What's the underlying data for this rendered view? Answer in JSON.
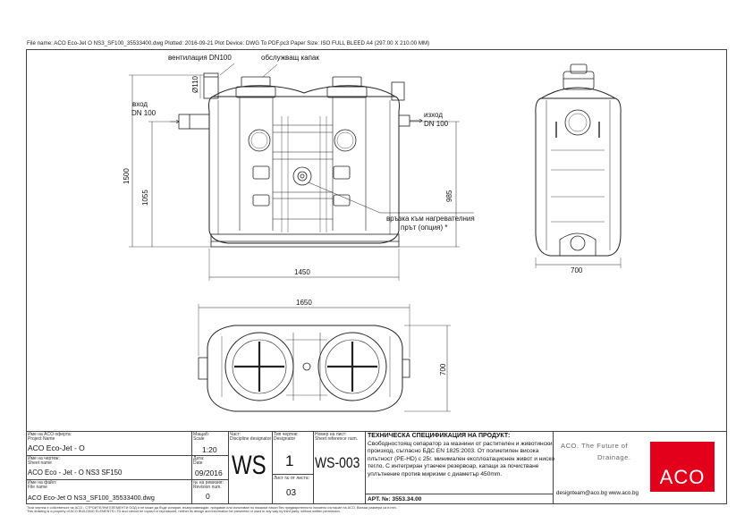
{
  "header": {
    "file_line": "File name: ACO Eco-Jet O NS3_SF100_35533400.dwg   Plotted: 2016-09-21   Plot Device: DWG To PDF.pc3   Paper Size: ISO FULL BLEED A4 (297.00 X 210.00 MM)"
  },
  "labels": {
    "ventilation": "вентилация DN100",
    "service_cover": "обслужващ капак",
    "inlet": "вход",
    "inlet_dn": "DN 100",
    "outlet": "изход",
    "outlet_dn": "DN 100",
    "heater_1": "връзка към нагревателния",
    "heater_2": "прът (опция) *"
  },
  "dimensions": {
    "d110": "Ø110",
    "h1500": "1500",
    "h1055": "1055",
    "h985": "985",
    "w1450": "1450",
    "w700_side": "700",
    "w1650": "1650",
    "w700_plan": "700"
  },
  "title_block": {
    "project_label": "Име на ACO оферта:",
    "project_label_en": "Project Name",
    "project_value": "ACO Eco-Jet - O",
    "sheet_label": "Име на чертеж:",
    "sheet_label_en": "Sheet name",
    "sheet_value": "ACO Eco - Jet - O  NS3 SF150",
    "file_label": "Име на файл:",
    "file_label_en": "File name",
    "file_value": "ACO Eco-Jet O NS3_SF100_35533400.dwg",
    "scale_label": "Мащаб:",
    "scale_label_en": "Scale",
    "scale_value": "1:20",
    "date_label": "Дата:",
    "date_label_en": "Date",
    "date_value": "09/2016",
    "revision_label": "№ на ревизия:",
    "revision_label_en": "Revision num.",
    "revision_value": "0",
    "discipline_label": "Част:",
    "discipline_label_en": "Discipline designator",
    "discipline_value": "WS",
    "type_label": "Тип чертеж:",
    "type_label_en": "Designator",
    "type_value": "1",
    "sheet_no_label": "Номер на лист:",
    "sheet_no_label_en": "Sheet reference num.",
    "sheet_no_value": "WS-003",
    "sheets_label": "Лист № от листа:",
    "sheets_value": "03",
    "spec_title": "ТЕХНИЧЕСКА СПЕЦИФИКАЦИЯ НА ПРОДУКТ:",
    "spec_body": "Свободностоящ сепаратор за мазнини от растителен и животински произход, съгласно БДС EN 1825:2003. От полиетилен висока плътност (PE-HD) с 25г. минимален експлоатационен живот и ниско тегло. С интегриран утаечен резервоар, капаци за почистване уплътнение против миризми с диаметър 450mm.",
    "article": "АРТ. №: 3553.34.00",
    "tagline_1": "ACO. The Future of",
    "tagline_2": "Drainage.",
    "contact": "designteam@aco.bg   www.aco.bg",
    "logo": "ACO"
  },
  "disclaimer": {
    "line1": "Този чертеж е собственост на ACO - СТРОИТЕЛНИ ЕЛЕМЕНТИ ООД и не може да бъде копиран, възпроизвеждан, предаван или използван по някакъв начин без предварителното писмено съгласие на ACO. Всички размери са в mm.",
    "line2": "This drawing is a property of ACO BUILDING ELEMENTS LTD and cannot be copied or reproduced, neither its design and information be presented or used in any way by third party, without written permission."
  }
}
